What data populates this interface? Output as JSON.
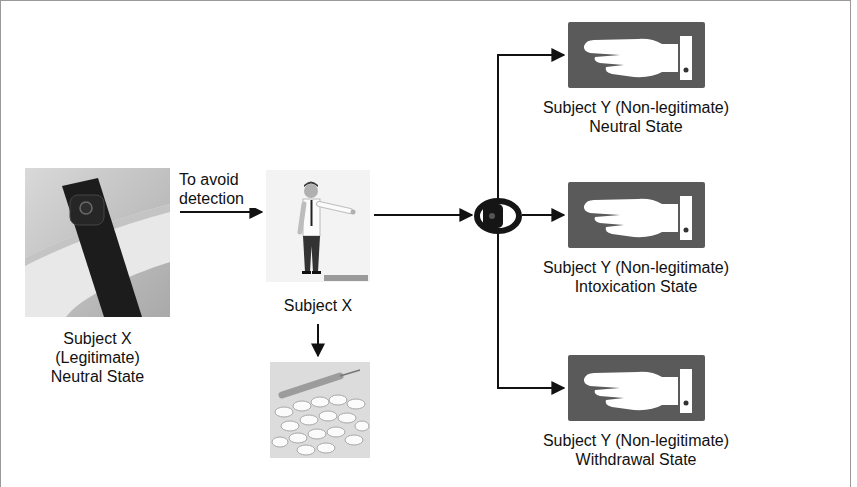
{
  "diagram": {
    "nodes": [
      {
        "text": [
          "Subject X (Legitimate) Neutral State"
        ]
      },
      {
        "text": [
          "Subject X"
        ]
      },
      {
        "text": [
          "Subject Y (Non-legitimate) Neutral State"
        ]
      },
      {
        "text": [
          "Subject Y (Non-legitimate) Intoxication State"
        ]
      },
      {
        "text": [
          "Subject Y (Non-legitimate) Withdrawal State"
        ]
      }
    ],
    "edges": [
      {
        "from": 0,
        "to": 1,
        "arrow": "to",
        "label": "To avoid detection"
      }
    ]
  }
}
